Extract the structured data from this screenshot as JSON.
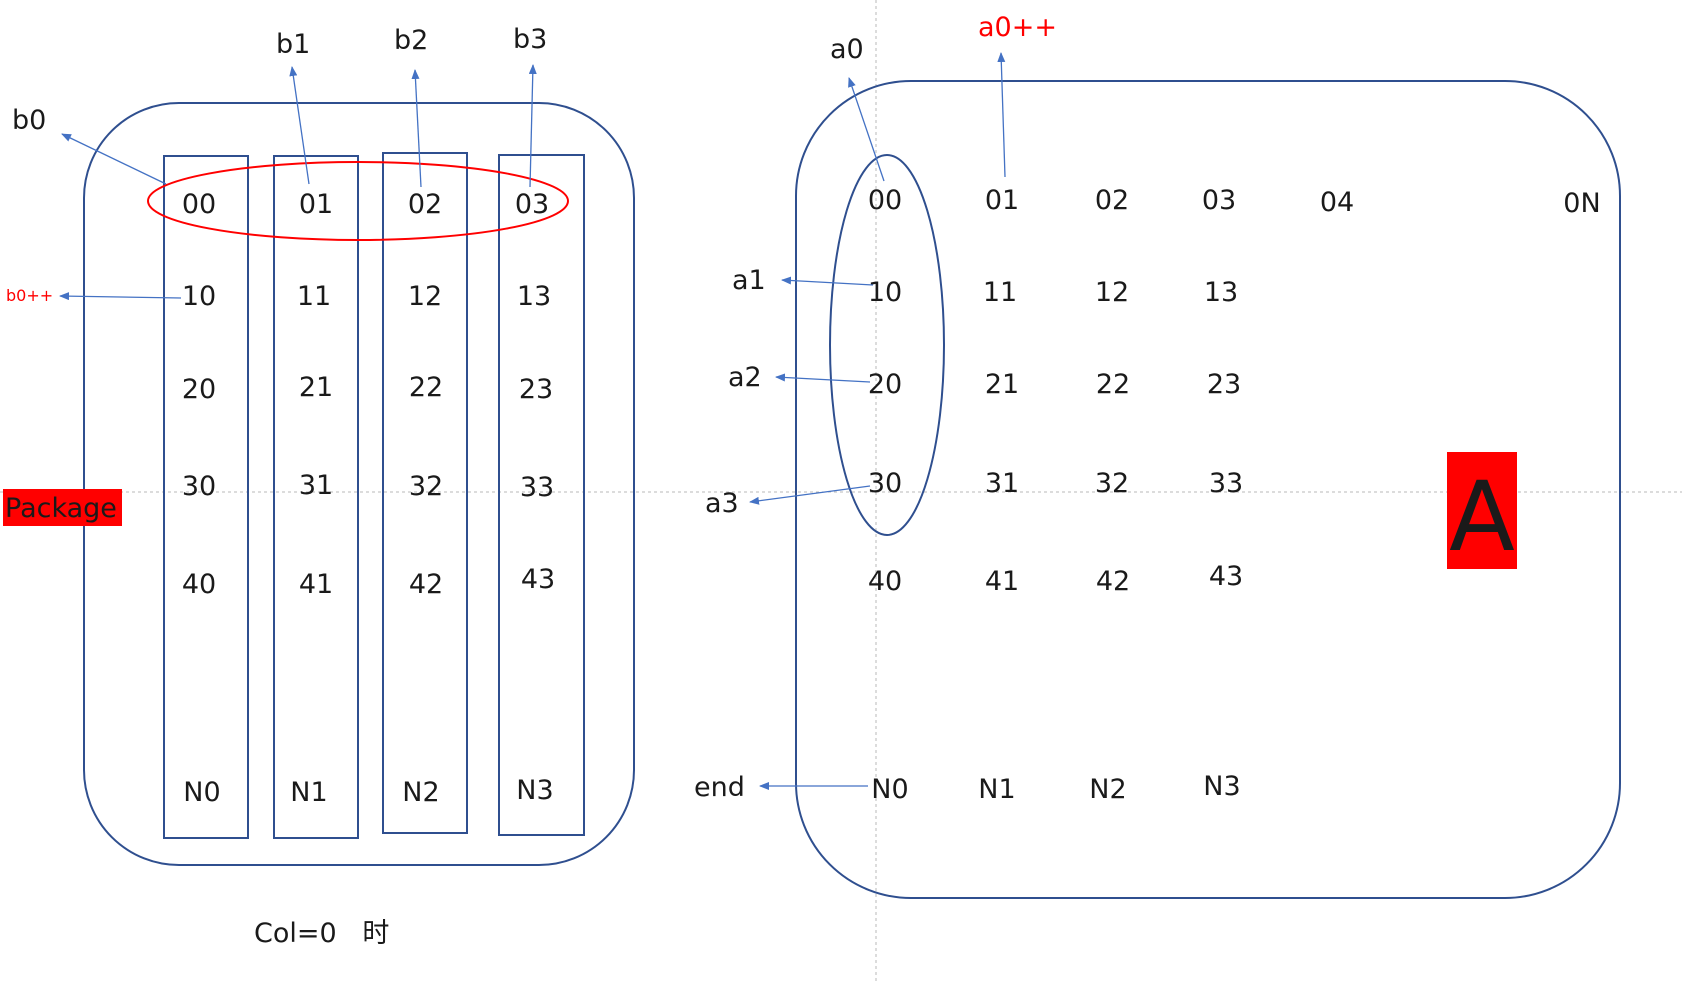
{
  "left": {
    "columns": [
      [
        "00",
        "10",
        "20",
        "30",
        "40",
        "N0"
      ],
      [
        "01",
        "11",
        "21",
        "31",
        "41",
        "N1"
      ],
      [
        "02",
        "12",
        "22",
        "32",
        "42",
        "N2"
      ],
      [
        "03",
        "13",
        "23",
        "33",
        "43",
        "N3"
      ]
    ],
    "pointer_labels": [
      "b0",
      "b1",
      "b2",
      "b3"
    ],
    "increment_label": "b0++",
    "package_label": "Package",
    "caption": "Col=0   时"
  },
  "right": {
    "rows": [
      [
        "00",
        "01",
        "02",
        "03",
        "04",
        "0N"
      ],
      [
        "10",
        "11",
        "12",
        "13"
      ],
      [
        "20",
        "21",
        "22",
        "23"
      ],
      [
        "30",
        "31",
        "32",
        "33"
      ],
      [
        "40",
        "41",
        "42",
        "43"
      ],
      [
        "N0",
        "N1",
        "N2",
        "N3"
      ]
    ],
    "pointer_labels": [
      "a0",
      "a1",
      "a2",
      "a3"
    ],
    "increment_label": "a0++",
    "end_label": "end",
    "matrix_label": "A"
  },
  "colors": {
    "outline": "#2f4f8f",
    "arrow": "#4472c4",
    "highlight": "#ff0000",
    "guide": "#b0b0b0"
  }
}
